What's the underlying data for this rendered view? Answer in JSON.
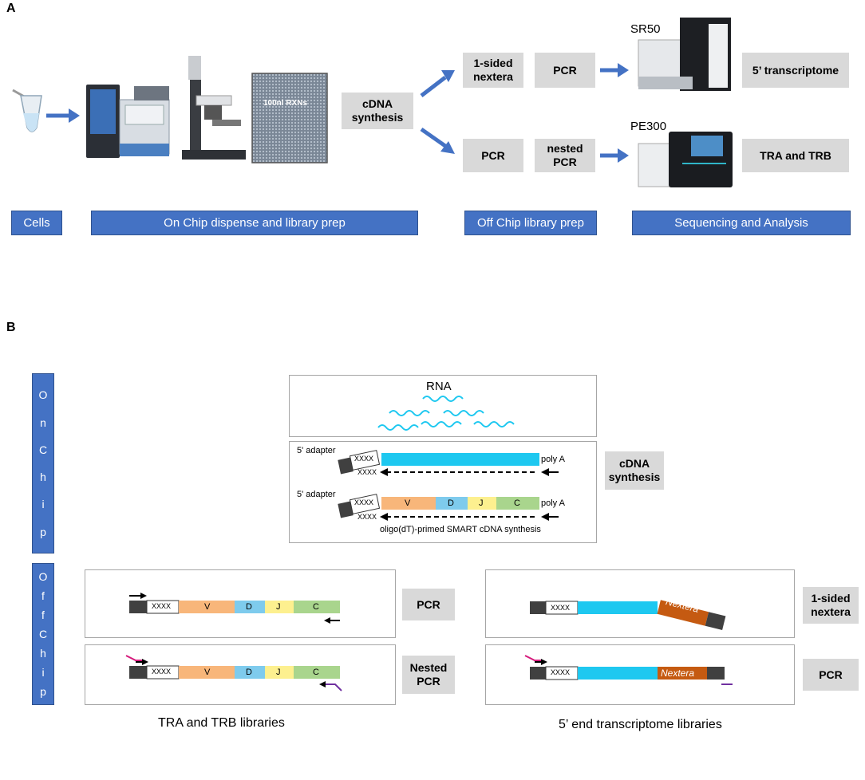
{
  "panelA": {
    "letter": "A",
    "chip_label": "100nl RXNs",
    "cdna_box": "cDNA\nsynthesis",
    "top_route": {
      "box1": "1-sided\nnextera",
      "box2": "PCR",
      "machine": "SR50",
      "result": "5’ transcriptome"
    },
    "bottom_route": {
      "box1": "PCR",
      "box2": "nested\nPCR",
      "machine": "PE300",
      "result": "TRA and TRB"
    },
    "stages": [
      "Cells",
      "On Chip dispense and library prep",
      "Off Chip library prep",
      "Sequencing and Analysis"
    ]
  },
  "panelB": {
    "letter": "B",
    "on_chip_letters": [
      "O",
      "n",
      "C",
      "h",
      "i",
      "p"
    ],
    "off_chip_letters": [
      "O",
      "f",
      "f",
      "C",
      "h",
      "i",
      "p"
    ],
    "rna_title": "RNA",
    "cdna": {
      "adapter_label": "5' adapter",
      "barcode": "XXXX",
      "polya": "poly A",
      "footer": "oligo(dT)-primed SMART cDNA synthesis",
      "side_label": "cDNA\nsynthesis"
    },
    "segments": [
      "V",
      "D",
      "J",
      "C"
    ],
    "tr_panel": {
      "top_label": "PCR",
      "bottom_label": "Nested\nPCR",
      "caption": "TRA and TRB libraries"
    },
    "tx_panel": {
      "top_label": "1-sided\nnextera",
      "bottom_label": "PCR",
      "nextera": "Nextera",
      "caption": "5’ end transcriptome libraries"
    }
  },
  "colors": {
    "stage_blue": "#4472c4",
    "gray_box": "#d9d9d9",
    "arrow_blue": "#4472c4",
    "cyan": "#1ec8f0",
    "seg_v": "#f8b67a",
    "seg_d": "#7ecbed",
    "seg_j": "#fdf08f",
    "seg_c": "#a9d58d",
    "nextera": "#c55a11",
    "primer_pink": "#d6197b",
    "primer_purple": "#7030a0"
  }
}
